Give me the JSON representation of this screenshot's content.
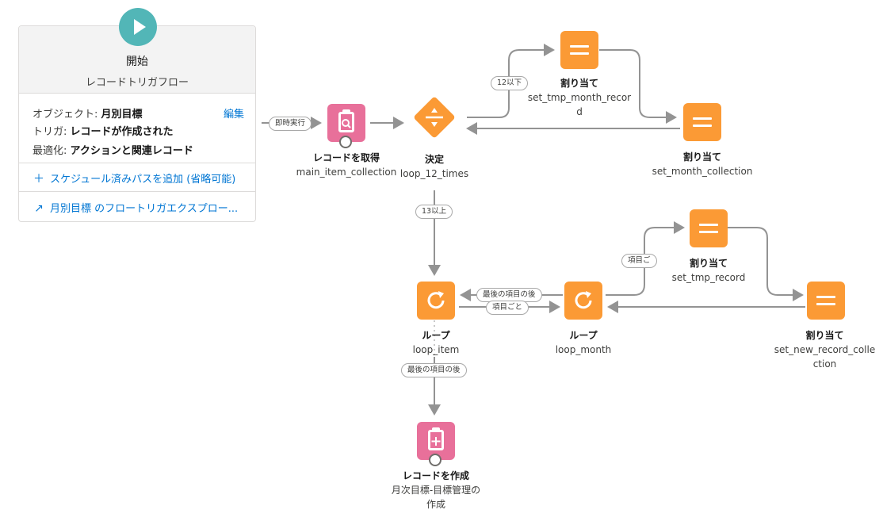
{
  "start": {
    "title": "開始",
    "subtitle": "レコードトリガフロー",
    "object_label": "オブジェクト:",
    "object_value": "月別目標",
    "trigger_label": "トリガ:",
    "trigger_value": "レコードが作成された",
    "optimize_label": "最適化:",
    "optimize_value": "アクションと関連レコード",
    "edit_link": "編集",
    "add_path_link": "スケジュール済みパスを追加 (省略可能)",
    "explorer_link": "月別目標 のフロートリガエクスプロー...",
    "play_icon": "play-icon",
    "plus_icon": "plus-icon",
    "external_link_icon": "external-link-icon"
  },
  "connectors": {
    "immediate": "即時実行",
    "le12": "12以下",
    "ge13": "13以上",
    "each_item_month": "項目ごと",
    "after_last_month": "最後の項目の後",
    "each_item_month_inner": "項目ご",
    "after_last_item": "最後の項目の後"
  },
  "nodes": {
    "get_records": {
      "title": "レコードを取得",
      "api": "main_item_collection"
    },
    "decision": {
      "title": "決定",
      "api": "loop_12_times"
    },
    "assign_tmp_month": {
      "title": "割り当て",
      "api1": "set_tmp_month_recor",
      "api2": "d"
    },
    "assign_month_collection": {
      "title": "割り当て",
      "api": "set_month_collection"
    },
    "loop_item": {
      "title": "ループ",
      "api": "loop_item"
    },
    "loop_month": {
      "title": "ループ",
      "api": "loop_month"
    },
    "assign_tmp_record": {
      "title": "割り当て",
      "api": "set_tmp_record"
    },
    "assign_new_record": {
      "title": "割り当て",
      "api1": "set_new_record_colle",
      "api2": "ction"
    },
    "create_records": {
      "title": "レコードを作成",
      "api1": "月次目標-目標管理の",
      "api2": "作成"
    }
  },
  "colors": {
    "teal": "#52b6b7",
    "pink": "#e8709a",
    "orange": "#fb9a35",
    "line": "#939393",
    "link": "#0176d3"
  }
}
